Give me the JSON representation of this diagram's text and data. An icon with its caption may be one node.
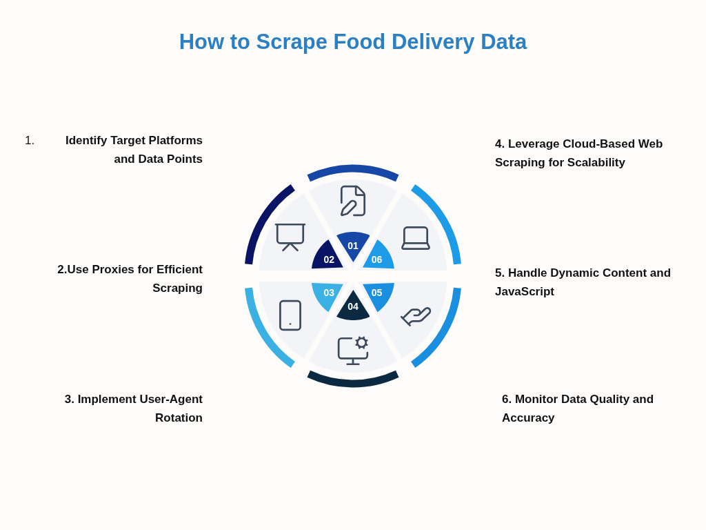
{
  "diagram": {
    "title": "How to Scrape Food Delivery Data",
    "nodes": [
      {
        "text": [
          "01"
        ]
      },
      {
        "text": [
          "02"
        ]
      },
      {
        "text": [
          "06"
        ]
      },
      {
        "text": [
          "03"
        ]
      },
      {
        "text": [
          "05"
        ]
      },
      {
        "text": [
          "04"
        ]
      }
    ],
    "labels": [
      "1.",
      "Identify Target Platforms and Data Points",
      "4. Leverage Cloud-Based Web Scraping for Scalability",
      "2.Use Proxies for Efficient Scraping",
      "5. Handle Dynamic Content and JavaScript",
      "3. Implement User-Agent Rotation",
      "6. Monitor Data Quality and Accuracy"
    ]
  }
}
